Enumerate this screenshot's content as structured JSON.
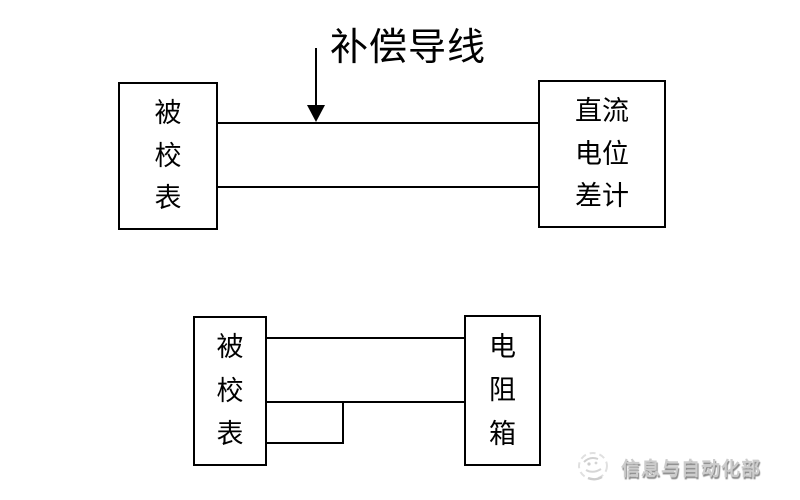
{
  "diagram_top": {
    "arrow_label": "补偿导线",
    "left_box": {
      "lines": [
        "被",
        "校",
        "表"
      ]
    },
    "right_box": {
      "lines": [
        "直流",
        "电位",
        "差计"
      ]
    }
  },
  "diagram_bottom": {
    "left_box": {
      "lines": [
        "被",
        "校",
        "表"
      ]
    },
    "right_box": {
      "lines": [
        "电",
        "阻",
        "箱"
      ]
    }
  },
  "watermark": {
    "text": "信息与自动化部"
  },
  "colors": {
    "line": "#000000",
    "background": "#ffffff",
    "watermark_text": "#cccccc",
    "watermark_shadow": "#8a8a8a"
  }
}
